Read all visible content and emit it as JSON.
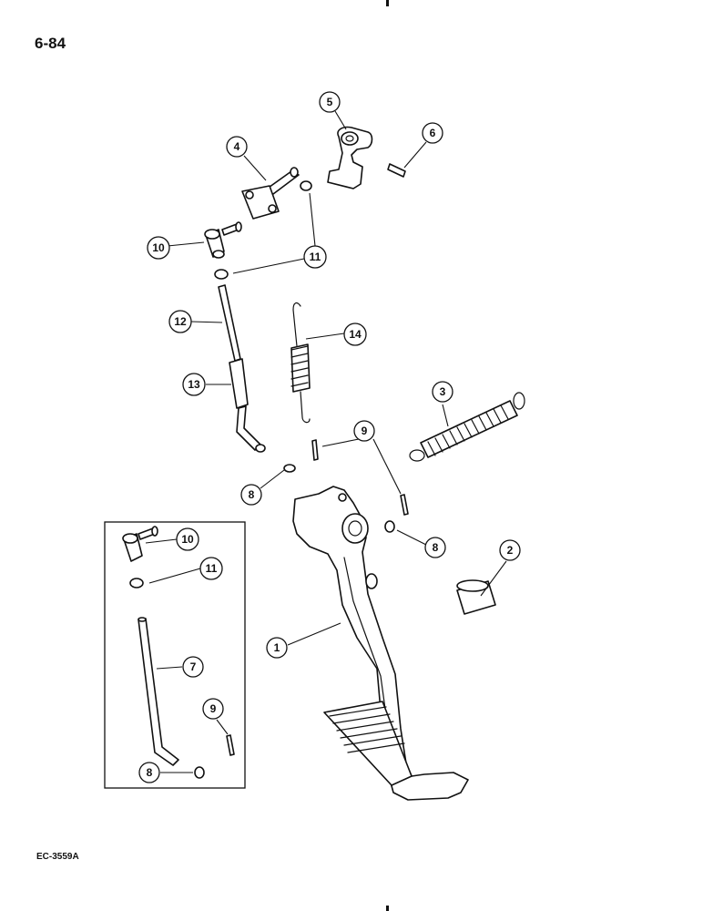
{
  "page_number": "6-84",
  "figure_code": "EC-3559A",
  "callouts": [
    {
      "id": "c1",
      "label": "1"
    },
    {
      "id": "c2",
      "label": "2"
    },
    {
      "id": "c3",
      "label": "3"
    },
    {
      "id": "c4",
      "label": "4"
    },
    {
      "id": "c5",
      "label": "5"
    },
    {
      "id": "c6",
      "label": "6"
    },
    {
      "id": "c7",
      "label": "7"
    },
    {
      "id": "c8a",
      "label": "8"
    },
    {
      "id": "c8b",
      "label": "8"
    },
    {
      "id": "c8c",
      "label": "8"
    },
    {
      "id": "c9a",
      "label": "9"
    },
    {
      "id": "c9b",
      "label": "9"
    },
    {
      "id": "c10a",
      "label": "10"
    },
    {
      "id": "c10b",
      "label": "10"
    },
    {
      "id": "c11a",
      "label": "11"
    },
    {
      "id": "c11b",
      "label": "11"
    },
    {
      "id": "c12",
      "label": "12"
    },
    {
      "id": "c13",
      "label": "13"
    },
    {
      "id": "c14",
      "label": "14"
    }
  ]
}
